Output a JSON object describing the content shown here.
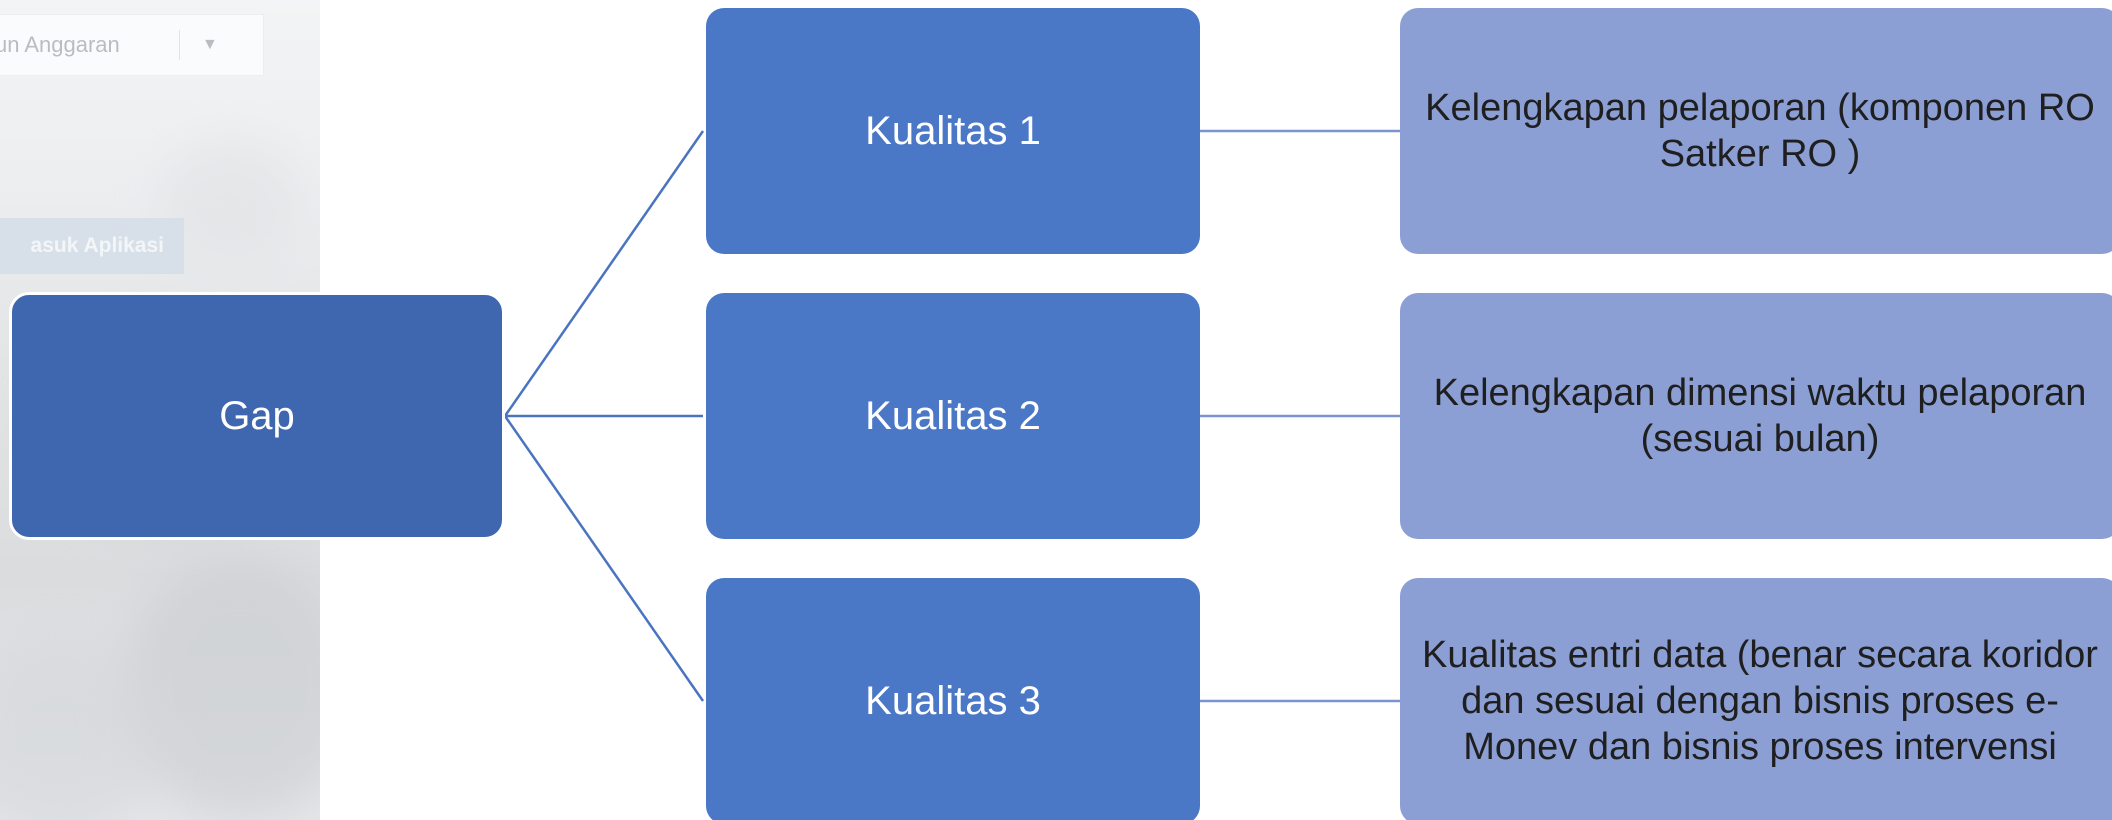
{
  "background": {
    "select_text": "un Anggaran",
    "select_caret": "▼",
    "button_label": "asuk Aplikasi"
  },
  "diagram": {
    "root": {
      "label": "Gap"
    },
    "branches": [
      {
        "label": "Kualitas 1",
        "detail": "Kelengkapan pelaporan (komponen RO Satker RO )"
      },
      {
        "label": "Kualitas 2",
        "detail": "Kelengkapan dimensi waktu pelaporan  (sesuai bulan)"
      },
      {
        "label": "Kualitas 3",
        "detail": "Kualitas entri data (benar secara koridor dan sesuai dengan bisnis proses e-Monev dan bisnis proses intervensi"
      }
    ]
  },
  "colors": {
    "root_fill": "#3f67b0",
    "level1_fill": "#4b78c6",
    "level2_fill": "#8c9fd5",
    "connector": "#4a74c0"
  }
}
